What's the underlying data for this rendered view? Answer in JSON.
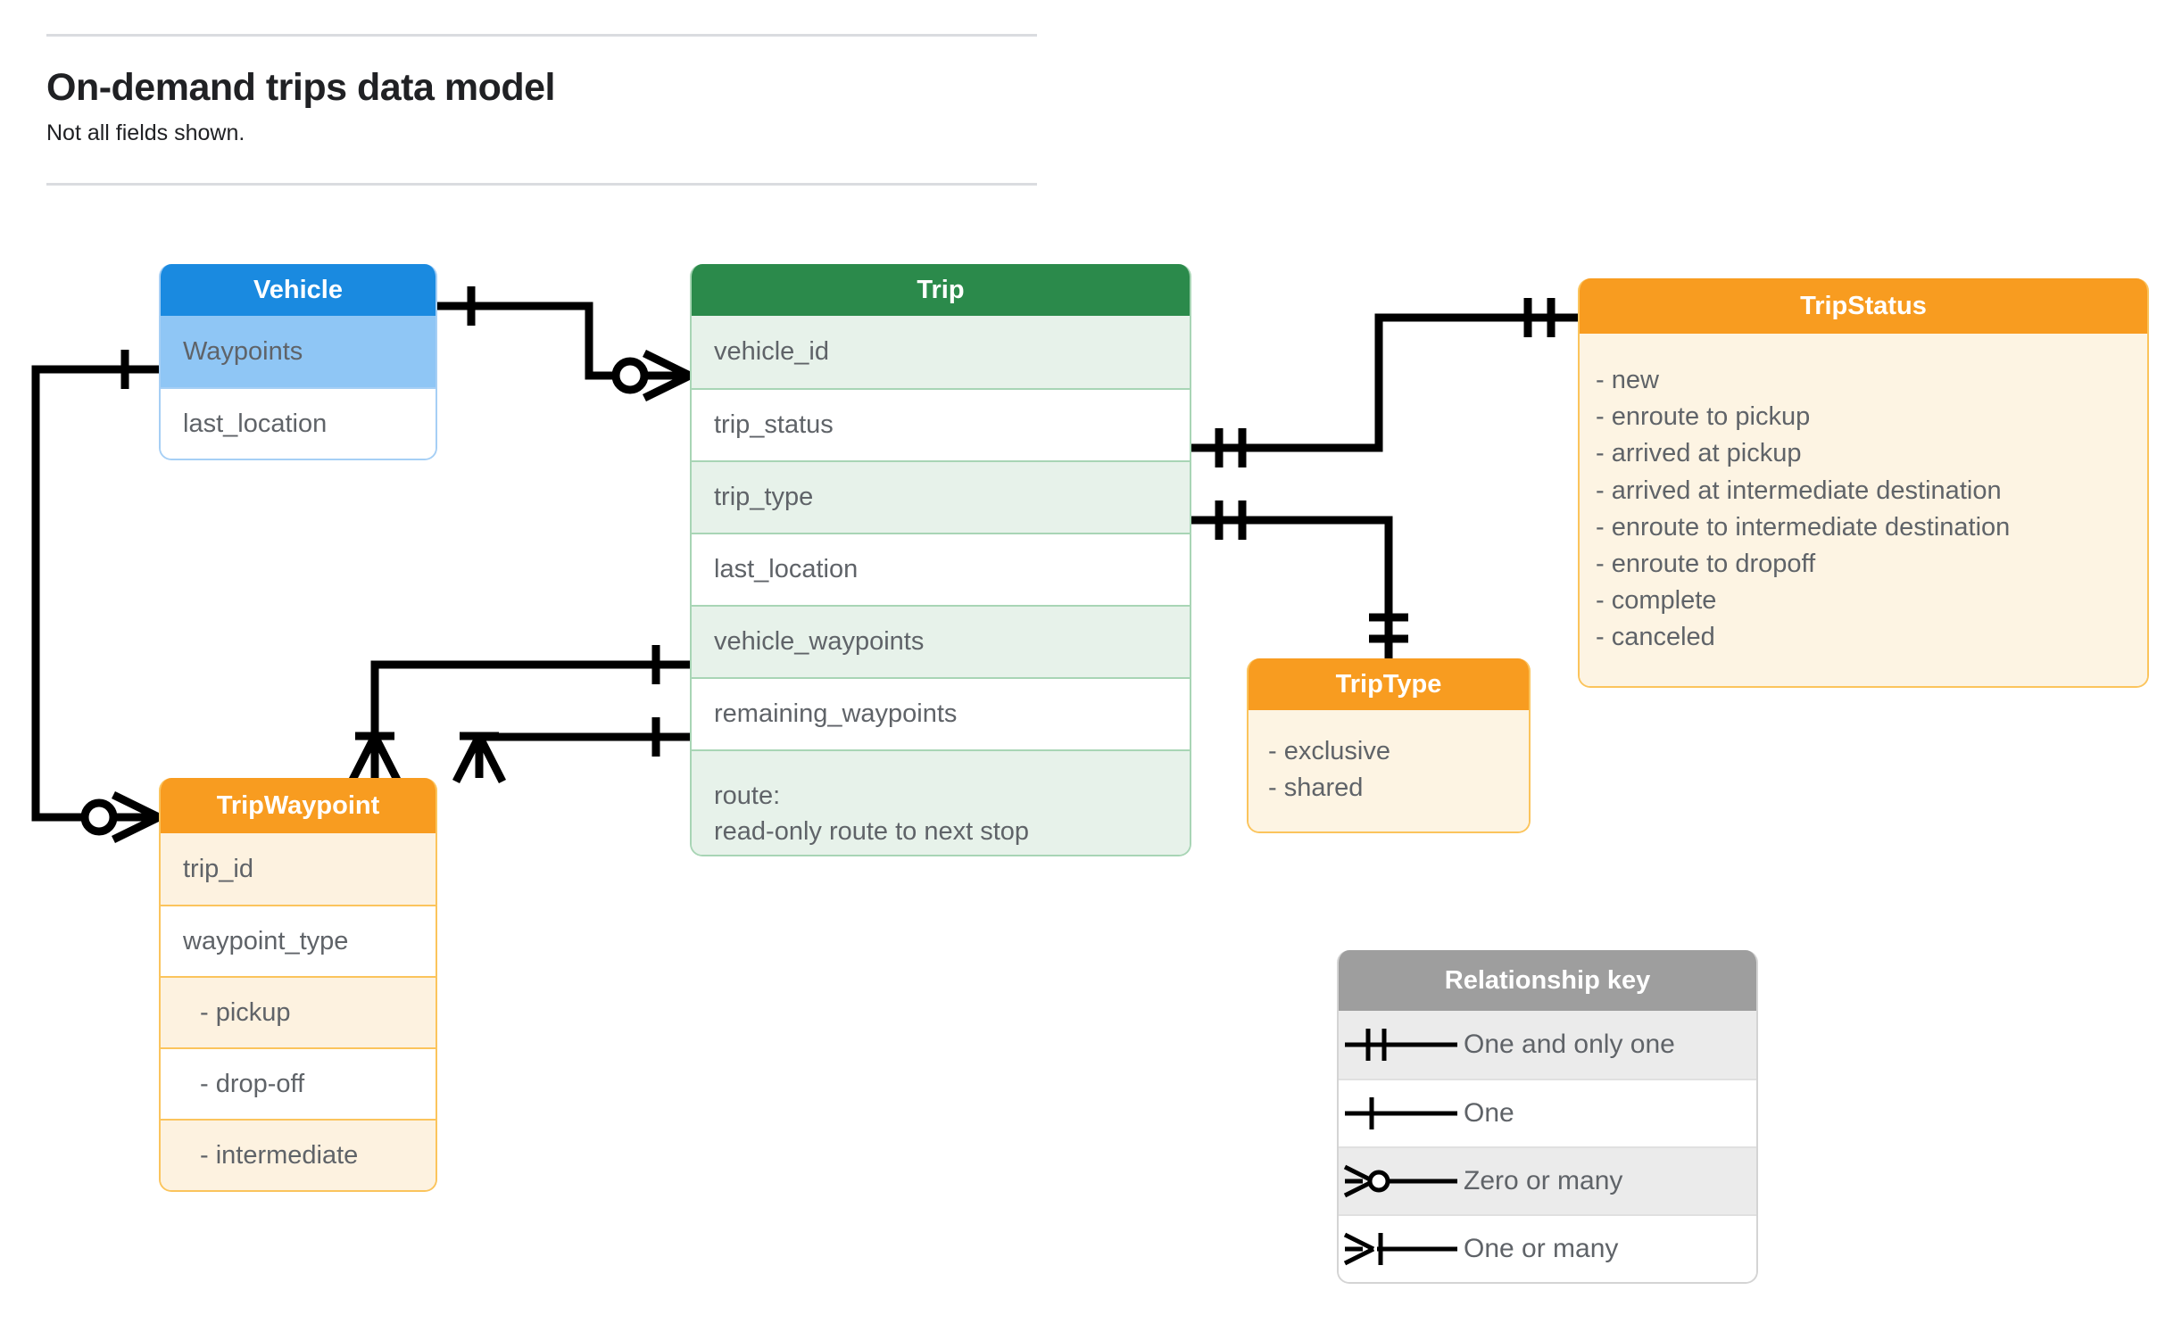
{
  "header": {
    "title": "On-demand trips data model",
    "subtitle": "Not all fields shown."
  },
  "entities": {
    "vehicle": {
      "title": "Vehicle",
      "header_color": "#1a8ae0",
      "border_color": "#a6cff5",
      "highlight_color": "#8fc6f5",
      "fields": [
        {
          "label": "Waypoints",
          "highlighted": true
        },
        {
          "label": "last_location",
          "highlighted": false
        }
      ]
    },
    "trip": {
      "title": "Trip",
      "header_color": "#2b8a4b",
      "border_color": "#a8d5b5",
      "row_color": "#e7f2ea",
      "fields": [
        {
          "label": "vehicle_id"
        },
        {
          "label": "trip_status"
        },
        {
          "label": "trip_type"
        },
        {
          "label": "last_location"
        },
        {
          "label": "vehicle_waypoints"
        },
        {
          "label": "remaining_waypoints"
        }
      ],
      "route_row": {
        "line1": "route:",
        "line2": "read-only route to next stop"
      }
    },
    "trip_status": {
      "title": "TripStatus",
      "header_color": "#f89c20",
      "border_color": "#fbc45c",
      "body_color": "#fdf4e3",
      "values": [
        "- new",
        "- enroute to pickup",
        "- arrived at pickup",
        "- arrived at intermediate destination",
        "- enroute to intermediate destination",
        "- enroute to dropoff",
        "- complete",
        "- canceled"
      ]
    },
    "trip_type": {
      "title": "TripType",
      "header_color": "#f89c20",
      "border_color": "#fbc45c",
      "body_color": "#fdf4e3",
      "values": [
        "- exclusive",
        "- shared"
      ]
    },
    "trip_waypoint": {
      "title": "TripWaypoint",
      "header_color": "#f89c20",
      "border_color": "#fbc45c",
      "row_color": "#fdf2e0",
      "fields": [
        {
          "label": "trip_id",
          "indent": false
        },
        {
          "label": "waypoint_type",
          "indent": false
        },
        {
          "label": "-  pickup",
          "indent": true
        },
        {
          "label": "-  drop-off",
          "indent": true
        },
        {
          "label": "-  intermediate",
          "indent": true
        }
      ]
    }
  },
  "legend": {
    "title": "Relationship key",
    "rows": [
      {
        "symbol": "one-and-only-one",
        "label": "One and only one"
      },
      {
        "symbol": "one",
        "label": "One"
      },
      {
        "symbol": "zero-or-many",
        "label": "Zero or many"
      },
      {
        "symbol": "one-or-many",
        "label": "One or many"
      }
    ]
  },
  "relationships": [
    {
      "from": "Vehicle",
      "from_marker": "one",
      "to": "Trip.vehicle_id",
      "to_marker": "zero-or-many"
    },
    {
      "from": "Trip.trip_status",
      "from_marker": "one-and-only-one",
      "to": "TripStatus",
      "to_marker": "one-and-only-one"
    },
    {
      "from": "Trip.trip_type",
      "from_marker": "one-and-only-one",
      "to": "TripType",
      "to_marker": "one-and-only-one"
    },
    {
      "from": "Trip.vehicle_waypoints",
      "from_marker": "one",
      "to": "TripWaypoint",
      "to_marker": "one-or-many"
    },
    {
      "from": "Trip.remaining_waypoints",
      "from_marker": "one",
      "to": "TripWaypoint",
      "to_marker": "one-or-many"
    },
    {
      "from": "Vehicle.Waypoints",
      "from_marker": "one",
      "to": "TripWaypoint",
      "to_marker": "zero-or-many"
    }
  ]
}
